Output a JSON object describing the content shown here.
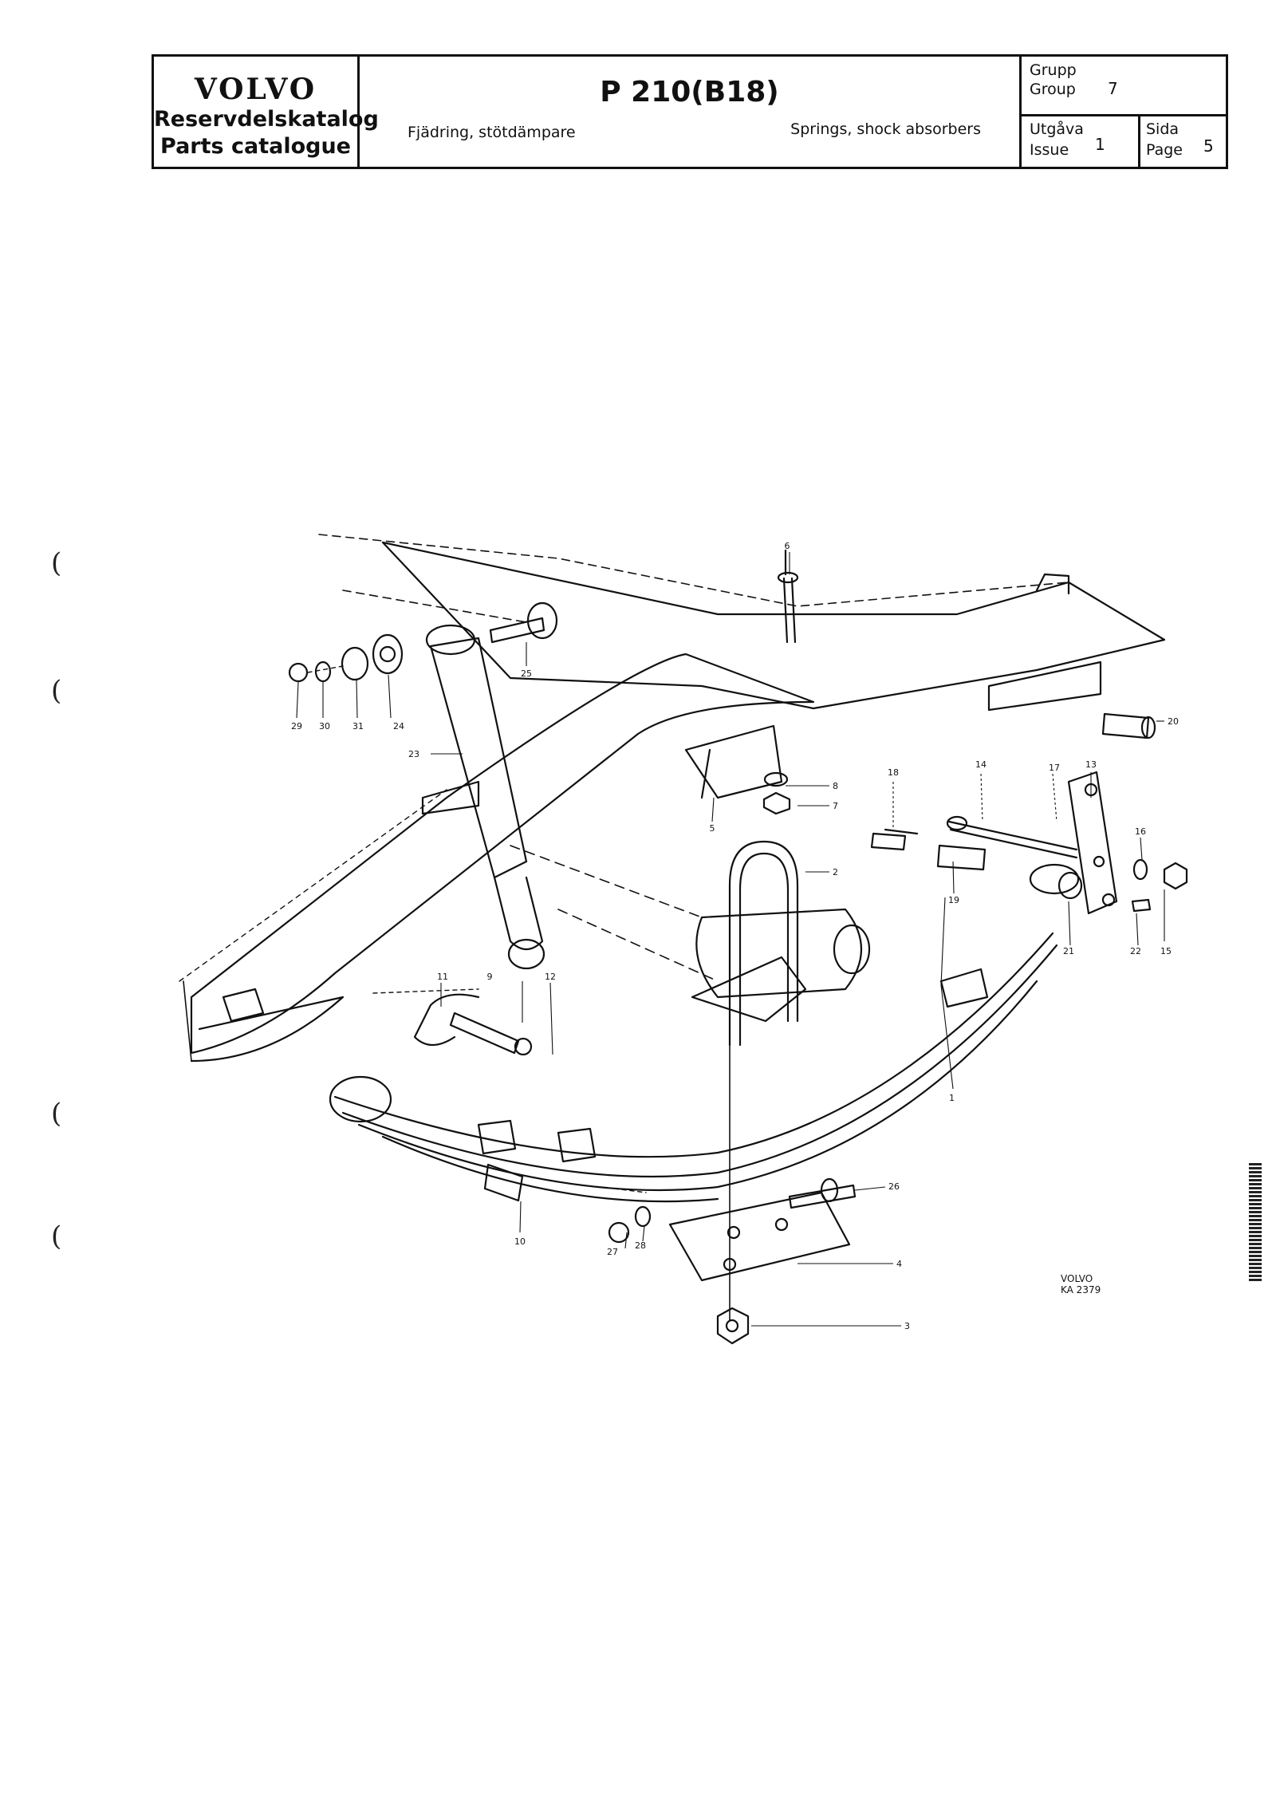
{
  "header": {
    "brand": "VOLVO",
    "subtitle_sv": "Reservdelskatalog",
    "subtitle_en": "Parts catalogue",
    "model": "P 210(B18)",
    "description_sv": "Fjädring, stötdämpare",
    "description_en": "Springs, shock absorbers",
    "group_label_sv": "Grupp",
    "group_label_en": "Group",
    "group_value": "7",
    "issue_label_sv": "Utgåva",
    "issue_label_en": "Issue",
    "issue_value": "1",
    "page_label_sv": "Sida",
    "page_label_en": "Page",
    "page_value": "5"
  },
  "drawing": {
    "brand_mark": "VOLVO",
    "reference": "KA 2379",
    "callouts": [
      "1",
      "2",
      "3",
      "4",
      "5",
      "6",
      "7",
      "8",
      "9",
      "10",
      "11",
      "12",
      "13",
      "14",
      "15",
      "16",
      "17",
      "18",
      "19",
      "20",
      "21",
      "22",
      "23",
      "24",
      "25",
      "26",
      "27",
      "28",
      "29",
      "30",
      "31"
    ]
  },
  "margin_marks": [
    "(",
    "(",
    "(",
    "("
  ]
}
